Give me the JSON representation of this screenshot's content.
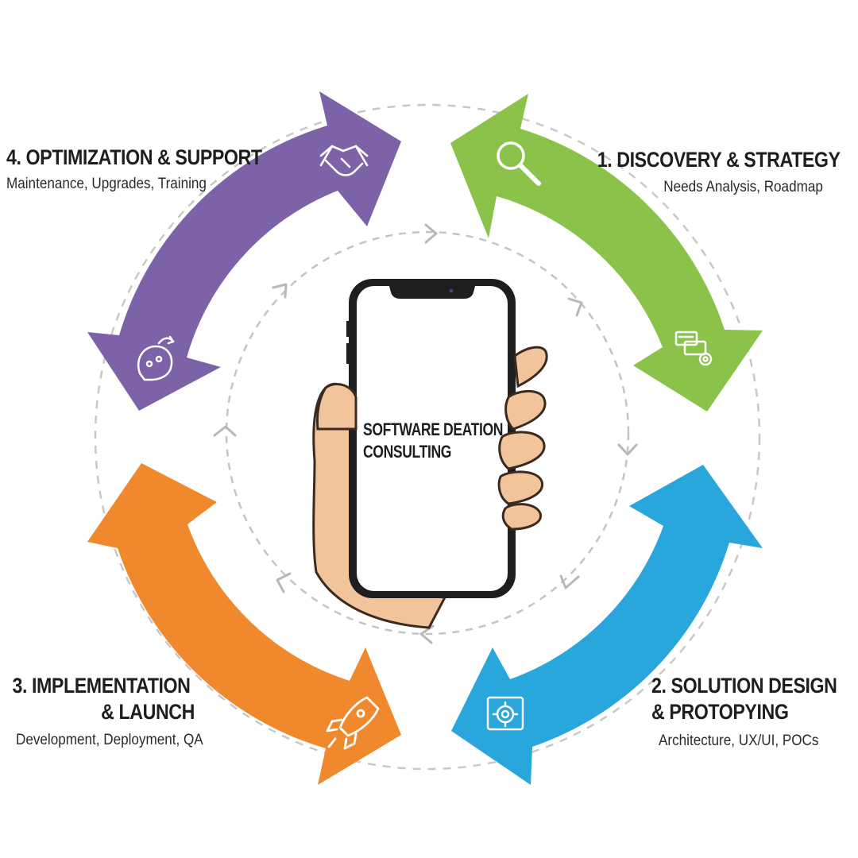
{
  "center": {
    "line1": "SOFTWARE DEATION",
    "line2": "CONSULTING"
  },
  "stages": [
    {
      "title": "1. DISCOVERY & STRATEGY",
      "title_line2": "",
      "subtitle": "Needs Analysis, Roadmap",
      "color": "#8BC34A",
      "icons": [
        "magnifier-icon",
        "devices-gear-icon"
      ]
    },
    {
      "title": "2. SOLUTION DESIGN",
      "title_line2": "& PROTOPYING",
      "subtitle": "Architecture, UX/UI, POCs",
      "color": "#29A6DC",
      "icons": [
        "gear-window-icon"
      ]
    },
    {
      "title": "3. IMPLEMENTATION",
      "title_line2": "& LAUNCH",
      "subtitle": "Development, Deployment, QA",
      "color": "#F0882E",
      "icons": [
        "rocket-icon"
      ]
    },
    {
      "title": "4. OPTIMIZATION & SUPPORT",
      "title_line2": "",
      "subtitle": "Maintenance, Upgrades, Training",
      "color": "#7E62A8",
      "icons": [
        "handshake-icon",
        "refresh-head-icon"
      ]
    }
  ]
}
